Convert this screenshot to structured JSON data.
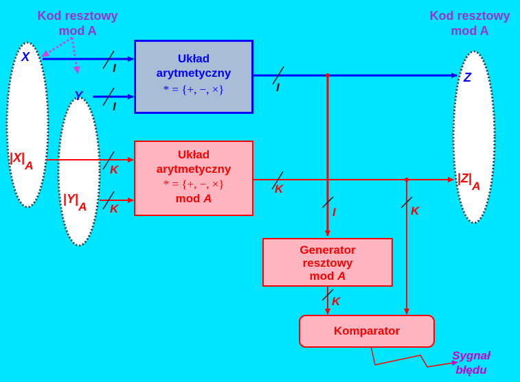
{
  "labels": {
    "kod_left": [
      "Kod resztowy",
      "mod A"
    ],
    "kod_right": [
      "Kod resztowy",
      "mod A"
    ],
    "X": "X",
    "Y": "Y",
    "Z": "Z",
    "residue_X": {
      "v": "X",
      "sub": "A"
    },
    "residue_Y": {
      "v": "Y",
      "sub": "A"
    },
    "residue_Z": {
      "v": "Z",
      "sub": "A"
    },
    "I": "I",
    "K": "K"
  },
  "blocks": {
    "arith_main": {
      "line1": "Układ",
      "line2": "arytmetyczny",
      "formula": "* = {+, −, ×}"
    },
    "arith_mod": {
      "line1": "Układ",
      "line2": "arytmetyczny",
      "formula": "* = {+, −, ×}",
      "line3_prefix": "mod ",
      "line3_var": "A"
    },
    "generator": {
      "line1": "Generator",
      "line2": "resztowy",
      "line3_prefix": "mod ",
      "line3_var": "A"
    },
    "komparator": {
      "label": "Komparator"
    }
  },
  "signal": [
    "Sygnał",
    "błędu"
  ],
  "colors": {
    "blue": "#0000ff",
    "red": "#ff0000",
    "purple": "#9933cc",
    "magenta": "#cc00cc",
    "box_blue": "#a9bdd6",
    "box_red": "#ffb6c1",
    "background": "#00e5ff"
  }
}
